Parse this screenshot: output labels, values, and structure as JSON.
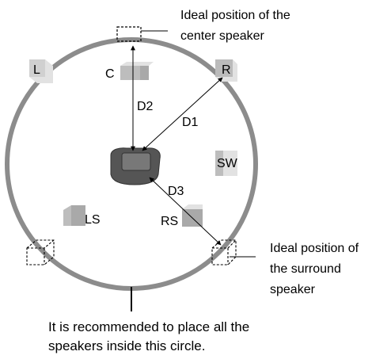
{
  "colors": {
    "circle": "#8c8c8c",
    "speaker_light": "#e2e2e2",
    "speaker_dark": "#a9a9a9",
    "chair_body": "#555555",
    "chair_seat": "#777777",
    "line": "#000000"
  },
  "labels": {
    "ideal_center_line1": "Ideal position of the",
    "ideal_center_line2": "center speaker",
    "ideal_surround_line1": "Ideal position of",
    "ideal_surround_line2": "the surround",
    "ideal_surround_line3": "speaker",
    "speaker_L": "L",
    "speaker_R": "R",
    "speaker_C": "C",
    "speaker_SW": "SW",
    "speaker_LS": "LS",
    "speaker_RS": "RS",
    "distance_D1": "D1",
    "distance_D2": "D2",
    "distance_D3": "D3",
    "caption_line1": "It is recommended to place all the",
    "caption_line2": "speakers inside this circle."
  }
}
